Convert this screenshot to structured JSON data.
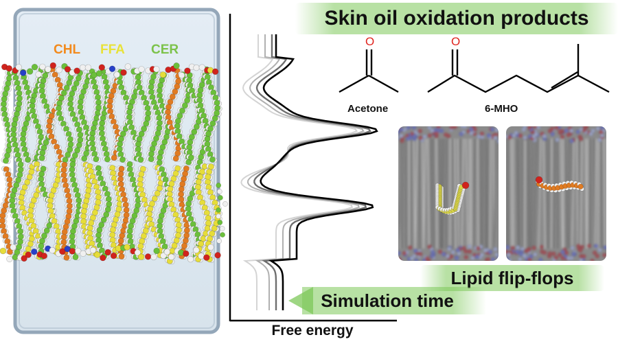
{
  "title": "Skin oil oxidation products",
  "membrane": {
    "labels": [
      {
        "text": "CHL",
        "color": "#f28a1c"
      },
      {
        "text": "FFA",
        "color": "#e8e23a"
      },
      {
        "text": "CER",
        "color": "#7cc24a"
      }
    ],
    "colors": {
      "water": "#dbe6ef",
      "water_edge": "#8fa3b6",
      "carbon_green": "#6bbf3b",
      "carbon_orange": "#e07b22",
      "carbon_yellow": "#e6dd3a",
      "hydrogen": "#f0f0f0",
      "oxygen": "#d0231d",
      "nitrogen": "#2740c8"
    }
  },
  "molecules": [
    {
      "name": "Acetone"
    },
    {
      "name": "6-MHO"
    }
  ],
  "oxygen_symbol": "O",
  "snapshots_label": "Lipid flip-flops",
  "free_energy": {
    "xlabel": "Free energy",
    "time_label": "Simulation time",
    "curve_colors": [
      "#d4d4d4",
      "#b0b0b0",
      "#6e6e6e",
      "#000000"
    ]
  }
}
